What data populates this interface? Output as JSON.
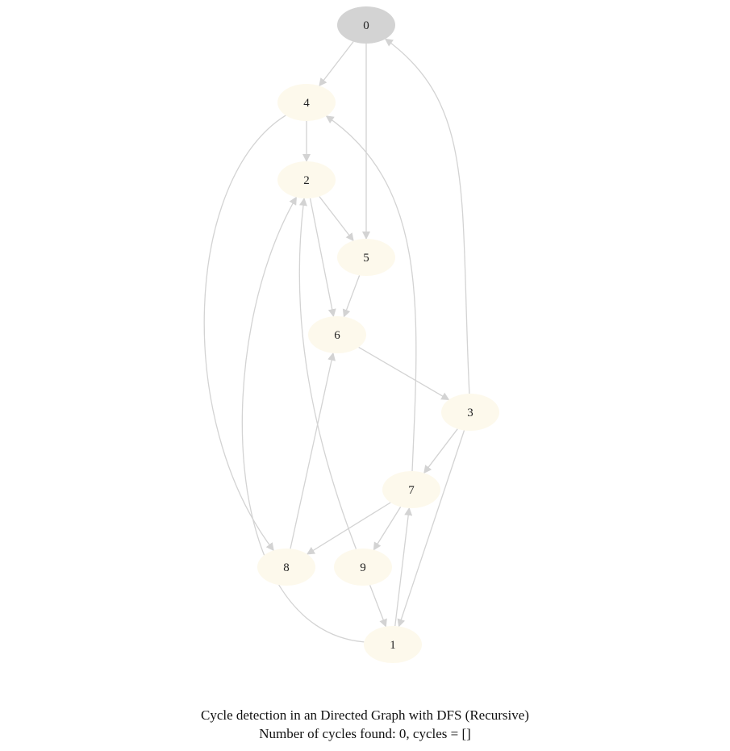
{
  "graph": {
    "nodes": [
      {
        "id": "0",
        "label": "0",
        "state": "visited"
      },
      {
        "id": "4",
        "label": "4",
        "state": "unvisited"
      },
      {
        "id": "2",
        "label": "2",
        "state": "unvisited"
      },
      {
        "id": "5",
        "label": "5",
        "state": "unvisited"
      },
      {
        "id": "6",
        "label": "6",
        "state": "unvisited"
      },
      {
        "id": "3",
        "label": "3",
        "state": "unvisited"
      },
      {
        "id": "7",
        "label": "7",
        "state": "unvisited"
      },
      {
        "id": "8",
        "label": "8",
        "state": "unvisited"
      },
      {
        "id": "9",
        "label": "9",
        "state": "unvisited"
      },
      {
        "id": "1",
        "label": "1",
        "state": "unvisited"
      }
    ],
    "edges": [
      {
        "from": "0",
        "to": "4"
      },
      {
        "from": "0",
        "to": "5"
      },
      {
        "from": "4",
        "to": "2"
      },
      {
        "from": "4",
        "to": "8"
      },
      {
        "from": "2",
        "to": "5"
      },
      {
        "from": "2",
        "to": "6"
      },
      {
        "from": "5",
        "to": "6"
      },
      {
        "from": "6",
        "to": "3"
      },
      {
        "from": "3",
        "to": "0"
      },
      {
        "from": "3",
        "to": "7"
      },
      {
        "from": "3",
        "to": "1"
      },
      {
        "from": "7",
        "to": "4"
      },
      {
        "from": "7",
        "to": "8"
      },
      {
        "from": "7",
        "to": "9"
      },
      {
        "from": "8",
        "to": "6"
      },
      {
        "from": "9",
        "to": "2"
      },
      {
        "from": "9",
        "to": "1"
      },
      {
        "from": "1",
        "to": "7"
      },
      {
        "from": "1",
        "to": "2"
      }
    ],
    "colors": {
      "visited_fill": "#d3d3d3",
      "unvisited_fill": "#fdf9ec",
      "edge": "#d3d3d3"
    }
  },
  "caption": {
    "line1": "Cycle detection in an Directed Graph with DFS (Recursive)",
    "line2": "Number of cycles found: 0, cycles = []"
  }
}
